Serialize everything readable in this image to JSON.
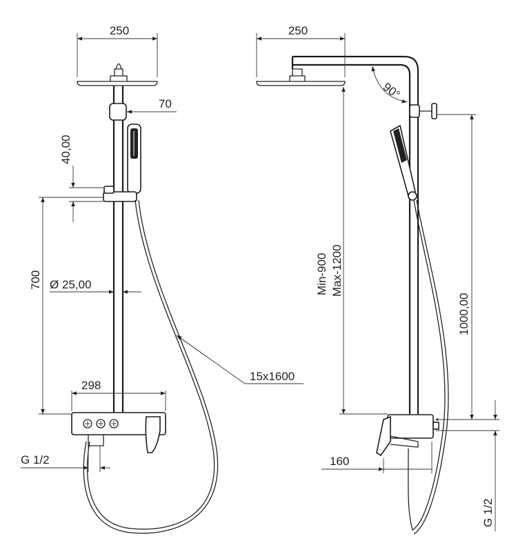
{
  "front_view": {
    "head_width": "250",
    "arm_depth": "70",
    "holder_spacing": "40,00",
    "slide_length": "700",
    "pipe_diameter": "25,00",
    "diameter_symbol": "Ø",
    "hose_spec": "15x1600",
    "mixer_width": "298",
    "inlet_thread": "G 1/2"
  },
  "side_view": {
    "head_width": "250",
    "angle": "90°",
    "height_min": "Min-900",
    "height_max": "Max-1200",
    "rail_height": "1000,00",
    "projection": "160",
    "inlet_thread": "G 1/2"
  }
}
